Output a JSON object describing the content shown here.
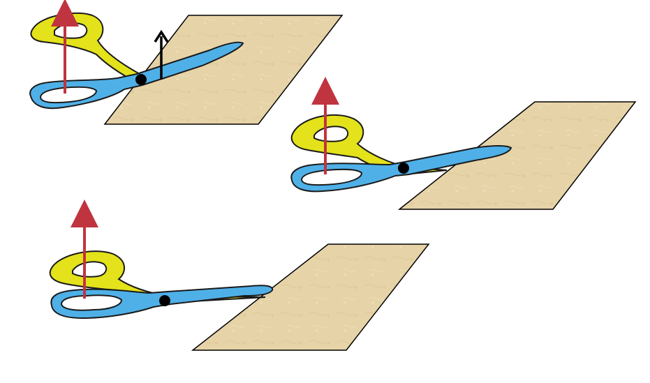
{
  "figure": {
    "description_free": true,
    "colors": {
      "paper_fill": "#e6d3a8",
      "paper_edge": "#000000",
      "blade_blue": "#4fb0e8",
      "blade_yellow": "#e3e21b",
      "outline": "#1a1a1a",
      "pivot": "#000000",
      "force_arrow_red": "#c0343f",
      "motion_arrow_black": "#000000"
    },
    "panels": [
      {
        "id": "panel-1",
        "has_motion_arrow": true
      },
      {
        "id": "panel-2",
        "has_motion_arrow": false
      },
      {
        "id": "panel-3",
        "has_motion_arrow": false
      }
    ],
    "icons": [
      "scissors-icon",
      "paper-sheet-icon",
      "up-arrow-icon",
      "pivot-dot-icon"
    ]
  }
}
